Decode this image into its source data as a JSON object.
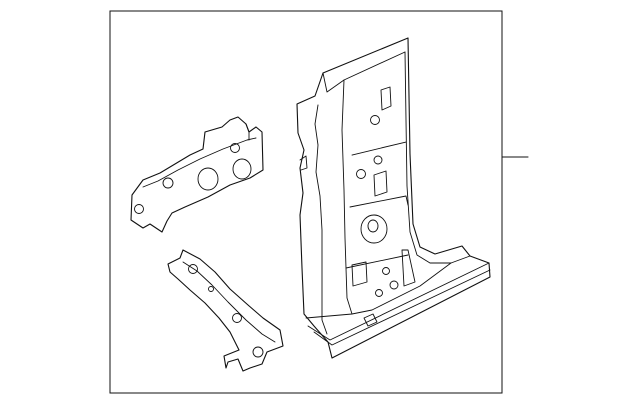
{
  "diagram": {
    "parts": [
      {
        "name": "upper-pillar-bracket",
        "holes": 5
      },
      {
        "name": "lower-pillar-bracket",
        "holes": 4
      },
      {
        "name": "center-pillar-inner-panel",
        "holes": 6
      }
    ],
    "callout": {
      "leader": true
    }
  }
}
